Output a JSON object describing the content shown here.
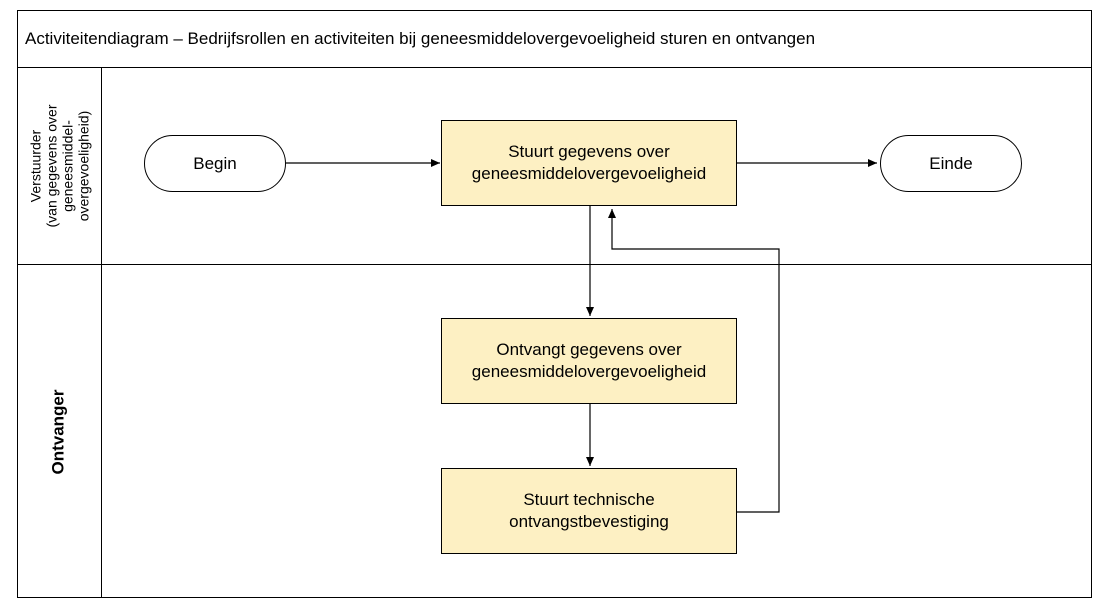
{
  "diagram": {
    "title": "Activiteitendiagram – Bedrijfsrollen en activiteiten bij geneesmiddelovergevoeligheid sturen en ontvangen",
    "lanes": [
      {
        "lines": [
          "Verstuurder",
          "(van gegevens over",
          "geneesmiddel-",
          "overgevoeligheid)"
        ]
      },
      {
        "label": "Ontvanger"
      }
    ],
    "nodes": {
      "begin": {
        "label": "Begin"
      },
      "einde": {
        "label": "Einde"
      },
      "stuurt": {
        "line1": "Stuurt gegevens over",
        "line2": "geneesmiddelovergevoeligheid"
      },
      "ontvangt": {
        "line1": "Ontvangt gegevens over",
        "line2": "geneesmiddelovergevoeligheid"
      },
      "bevestiging": {
        "line1": "Stuurt technische",
        "line2": "ontvangstbevestiging"
      }
    },
    "edges": [
      {
        "from": "Begin",
        "to": "Stuurt gegevens over geneesmiddelovergevoeligheid"
      },
      {
        "from": "Stuurt gegevens over geneesmiddelovergevoeligheid",
        "to": "Einde"
      },
      {
        "from": "Stuurt gegevens over geneesmiddelovergevoeligheid",
        "to": "Ontvangt gegevens over geneesmiddelovergevoeligheid"
      },
      {
        "from": "Ontvangt gegevens over geneesmiddelovergevoeligheid",
        "to": "Stuurt technische ontvangstbevestiging"
      },
      {
        "from": "Stuurt technische ontvangstbevestiging",
        "to": "Stuurt gegevens over geneesmiddelovergevoeligheid"
      }
    ],
    "colors": {
      "activity_fill": "#fdf0c3",
      "line": "#000000"
    }
  }
}
